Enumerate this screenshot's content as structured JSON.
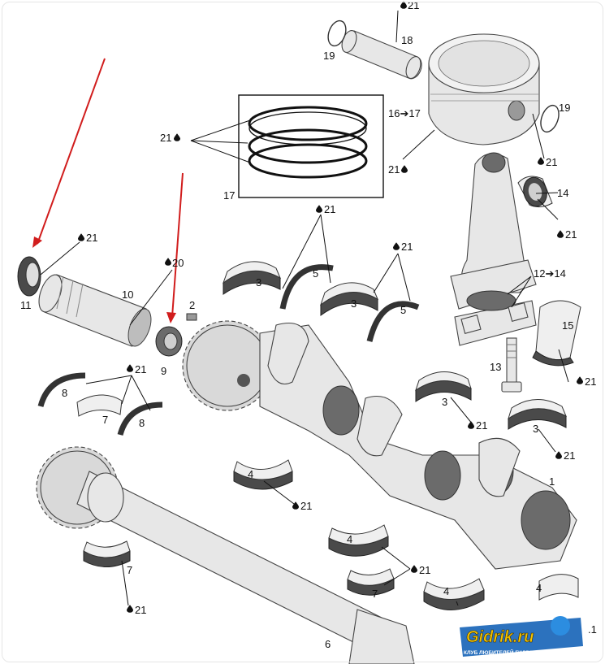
{
  "callouts": {
    "c1": "1",
    "c2": "2",
    "c3a": "3",
    "c3b": "3",
    "c3c": "3",
    "c3d": "3",
    "c4a": "4",
    "c4b": "4",
    "c4c": "4",
    "c4d": "4",
    "c5a": "5",
    "c5b": "5",
    "c6": "6",
    "c7a": "7",
    "c7b": "7",
    "c7c": "7",
    "c8a": "8",
    "c8b": "8",
    "c9": "9",
    "c10": "10",
    "c11": "11",
    "c12": "12➔14",
    "c13": "13",
    "c14": "14",
    "c15": "15",
    "c16": "16➔17",
    "c17": "17",
    "c18": "18",
    "c19a": "19",
    "c19b": "19"
  },
  "lube": {
    "l20": "20",
    "l21": "21"
  },
  "watermark": {
    "brand": "Gidrik.ru",
    "tagline": "КЛУБ ЛЮБИТЕЛЕЙ ГИДРОЦИКЛОВ",
    "corner": ".1"
  },
  "colors": {
    "arrow": "#d11d1d",
    "logo": "#1a66b8"
  }
}
